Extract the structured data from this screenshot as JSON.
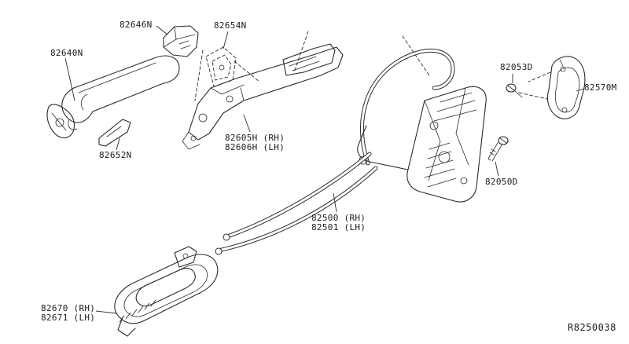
{
  "diagram": {
    "reference_code": "R8250038",
    "line_color": "#2b2b2b",
    "background_color": "#ffffff",
    "parts": {
      "exterior_handle": {
        "label": "82640N"
      },
      "handle_bracket": {
        "label": "82646N"
      },
      "handle_gasket": {
        "label": "82654N"
      },
      "handle_lever": {
        "label": "82652N"
      },
      "handle_base_rh": {
        "label": "82605H (RH)"
      },
      "handle_base_lh": {
        "label": "82606H (LH)"
      },
      "screw": {
        "label": "82053D"
      },
      "striker_cover": {
        "label": "82570M"
      },
      "bolt": {
        "label": "82050D"
      },
      "lock_assembly_rh": {
        "label": "82500 (RH)"
      },
      "lock_assembly_lh": {
        "label": "82501 (LH)"
      },
      "inside_handle_rh": {
        "label": "82670 (RH)"
      },
      "inside_handle_lh": {
        "label": "82671 (LH)"
      }
    }
  }
}
